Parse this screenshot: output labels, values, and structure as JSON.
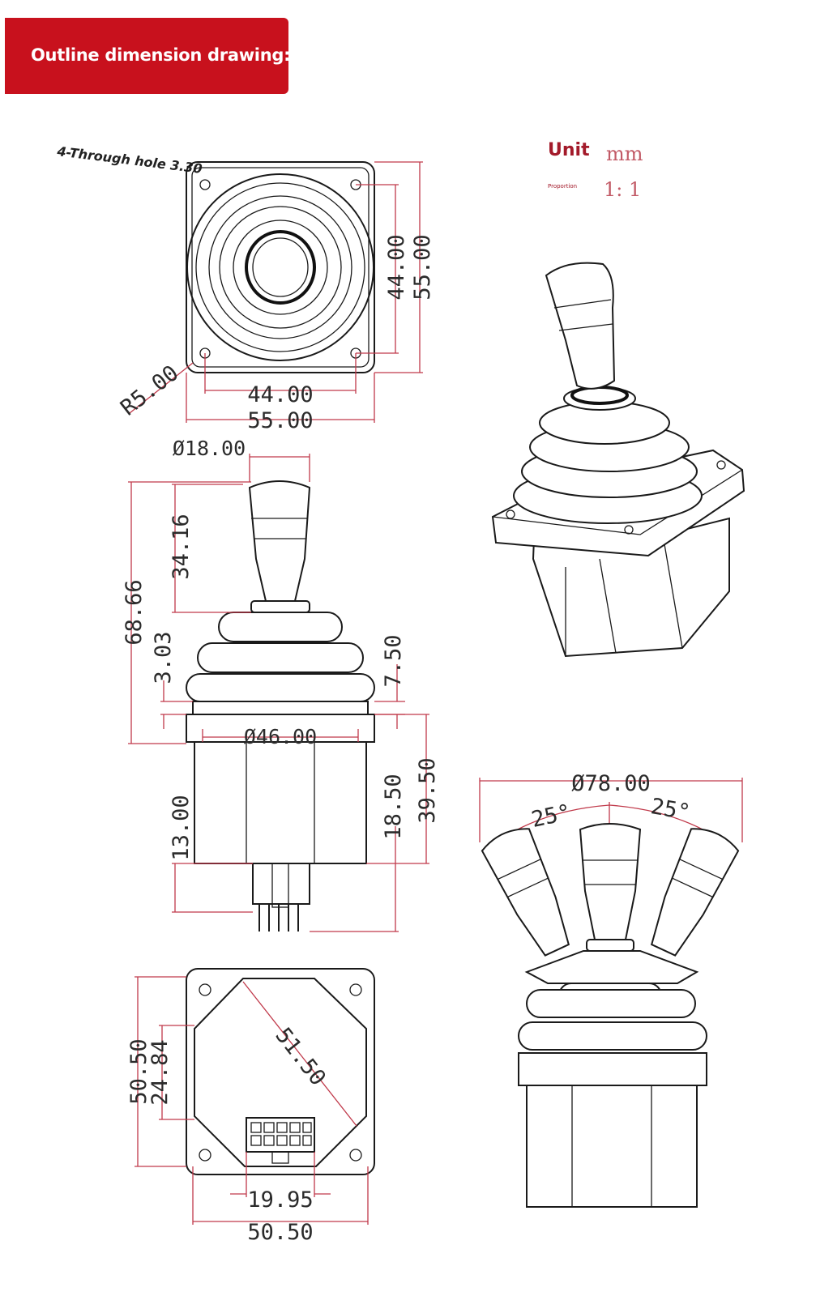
{
  "banner": {
    "title": "Outline dimension drawing:"
  },
  "units": {
    "unit_label": "Unit",
    "unit_value": "mm",
    "proportion_label": "Proportion",
    "proportion_value": "1: 1"
  },
  "top_view": {
    "hole_note": "4-Through hole 3.30",
    "width_inner": "44.00",
    "width_outer": "55.00",
    "height_inner": "44.00",
    "height_outer": "55.00",
    "corner_radius": "R5.00"
  },
  "side_view": {
    "handle_dia": "Ø18.00",
    "handle_height": "34.16",
    "overall_height": "68.66",
    "gap_left": "3.03",
    "gap_right": "7.50",
    "flange_dia": "Ø46.00",
    "body_height": "13.00",
    "body_right": "18.50",
    "total_right": "39.50"
  },
  "bottom_view": {
    "height_outer": "50.50",
    "height_inner": "24.84",
    "diagonal": "51.50",
    "connector_width": "19.95",
    "width_outer": "50.50"
  },
  "swing_view": {
    "sweep_dia": "Ø78.00",
    "angle_left": "25°",
    "angle_right": "25°"
  },
  "colors": {
    "banner": "#c8111d",
    "dimension_line": "#c0394a",
    "outline": "#1a1a1a",
    "unit_text": "#a31a2a"
  }
}
